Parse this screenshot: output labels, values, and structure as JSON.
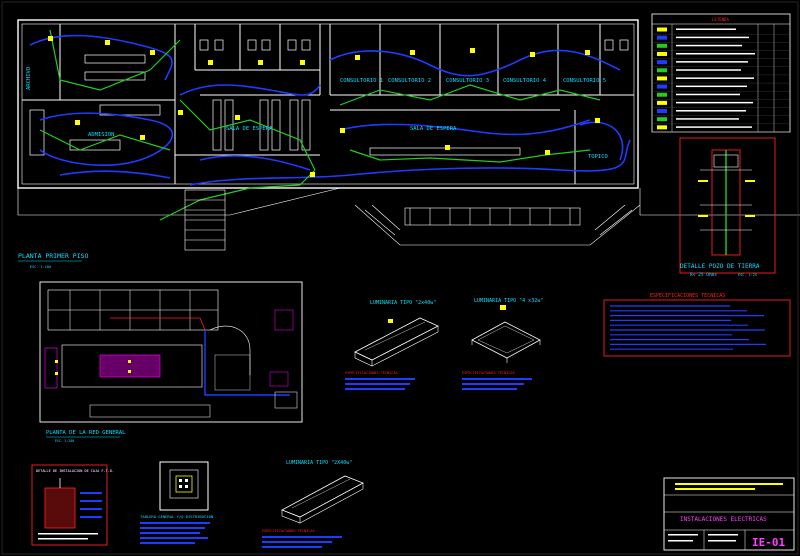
{
  "colors": {
    "background": "#000000",
    "wall": "#ffffff",
    "circuit_blue": "#1e3cff",
    "circuit_green": "#22cc22",
    "accent_yellow": "#ffff00",
    "label_cyan": "#00e0ff",
    "frame_red": "#ff2020",
    "magenta": "#ff00ff",
    "title_magenta": "#ff40ff"
  },
  "plan": {
    "rooms": [
      {
        "key": "consultorio1",
        "text": "CONSULTORIO 1"
      },
      {
        "key": "consultorio2",
        "text": "CONSULTORIO 2"
      },
      {
        "key": "consultorio3",
        "text": "CONSULTORIO 3"
      },
      {
        "key": "consultorio4",
        "text": "CONSULTORIO 4"
      },
      {
        "key": "consultorio5",
        "text": "CONSULTORIO 5"
      },
      {
        "key": "sala_espera_1",
        "text": "SALA DE ESPERA"
      },
      {
        "key": "sala_espera_2",
        "text": "SALA DE ESPERA"
      },
      {
        "key": "admision",
        "text": "ADMISION"
      },
      {
        "key": "topico",
        "text": "TOPICO"
      },
      {
        "key": "archivo",
        "text": "ARCHIVO"
      }
    ],
    "plan_title": "PLANTA PRIMER PISO",
    "plan_scale": "ESC. 1:100"
  },
  "legend": {
    "title": "LEYENDA",
    "row_count": 13
  },
  "grounding": {
    "title": "DETALLE POZO DE TIERRA",
    "resistance": "R< 25 Ohms",
    "scale": "ESC. 1:25"
  },
  "specs": {
    "title": "ESPECIFICACIONES TECNICAS"
  },
  "network": {
    "title": "PLANTA DE LA RED GENERAL",
    "scale": "ESC. 1:200"
  },
  "luminaires": [
    {
      "key": "lum1",
      "title": "LUMINARIA TIPO \"2x40w\"",
      "specs_title": "ESPECIFICACIONES TECNICAS"
    },
    {
      "key": "lum2",
      "title": "LUMINARIA TIPO \"4 x32w\"",
      "specs_title": "ESPECIFICACIONES TECNICAS"
    },
    {
      "key": "lum3",
      "title": "LUMINARIA TIPO \"2X40w\"",
      "specs_title": "ESPECIFICACIONES TECNICAS"
    }
  ],
  "panel": {
    "title": "TABLERO GENERAL Y/O DISTRIBUCION"
  },
  "install_detail": {
    "title": "DETALLE DE INSTALACION DE CAJA F.T.D."
  },
  "title_block": {
    "sheet_title": "INSTALACIONES ELECTRICAS",
    "sheet_number": "IE-01"
  }
}
